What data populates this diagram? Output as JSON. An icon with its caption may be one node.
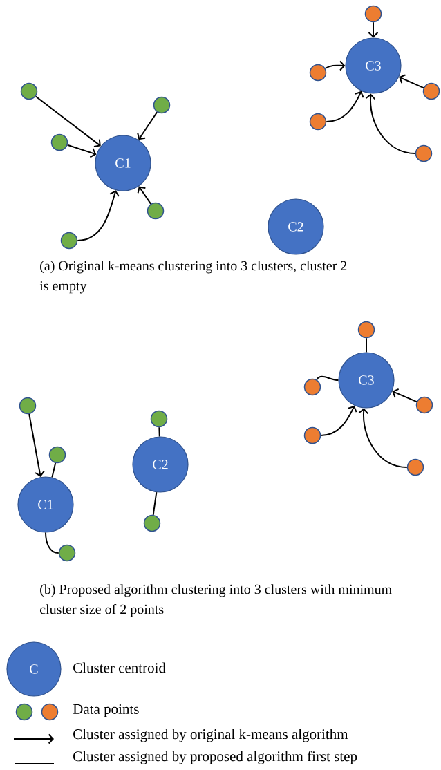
{
  "diagram": {
    "nodes": [
      {
        "text": [
          "C1"
        ]
      },
      {
        "text": [
          "C2"
        ]
      },
      {
        "text": [
          "C3"
        ]
      },
      {
        "text": [],
        "shape": "circle"
      },
      {
        "text": [],
        "shape": "circle"
      },
      {
        "text": [],
        "shape": "circle"
      },
      {
        "text": [],
        "shape": "circle"
      },
      {
        "text": [],
        "shape": "circle"
      },
      {
        "text": [],
        "shape": "circle"
      },
      {
        "text": [],
        "shape": "circle"
      },
      {
        "text": [],
        "shape": "circle"
      },
      {
        "text": [],
        "shape": "circle"
      },
      {
        "text": [],
        "shape": "circle"
      },
      {
        "text": [
          "C1"
        ]
      },
      {
        "text": [
          "C2"
        ]
      },
      {
        "text": [
          "C3"
        ]
      },
      {
        "text": [],
        "shape": "circle"
      },
      {
        "text": [],
        "shape": "circle"
      },
      {
        "text": [],
        "shape": "circle"
      },
      {
        "text": [],
        "shape": "circle"
      },
      {
        "text": [],
        "shape": "circle"
      },
      {
        "text": [],
        "shape": "circle"
      },
      {
        "text": [],
        "shape": "circle"
      },
      {
        "text": [],
        "shape": "circle"
      },
      {
        "text": [],
        "shape": "circle"
      },
      {
        "text": [],
        "shape": "circle"
      }
    ],
    "edges": [
      {
        "from": 3,
        "to": 0,
        "arrow": "to"
      },
      {
        "from": 4,
        "to": 0,
        "arrow": "to"
      },
      {
        "from": 5,
        "to": 0,
        "arrow": "to"
      },
      {
        "from": 6,
        "to": 0,
        "arrow": "to"
      },
      {
        "from": 7,
        "to": 0,
        "arrow": "to"
      },
      {
        "from": 8,
        "to": 2,
        "arrow": "to"
      },
      {
        "from": 9,
        "to": 2,
        "arrow": "to"
      },
      {
        "from": 10,
        "to": 2,
        "arrow": "to"
      },
      {
        "from": 11,
        "to": 2,
        "arrow": "to"
      },
      {
        "from": 12,
        "to": 2,
        "arrow": "to"
      },
      {
        "from": 16,
        "to": 13,
        "arrow": "to"
      },
      {
        "from": 17,
        "to": 13,
        "arrow": "none"
      },
      {
        "from": 18,
        "to": 13,
        "arrow": "none"
      },
      {
        "from": 19,
        "to": 14,
        "arrow": "none"
      },
      {
        "from": 20,
        "to": 14,
        "arrow": "none"
      },
      {
        "from": 21,
        "to": 15,
        "arrow": "none"
      },
      {
        "from": 22,
        "to": 15,
        "arrow": "none"
      },
      {
        "from": 23,
        "to": 15,
        "arrow": "to"
      },
      {
        "from": 24,
        "to": 15,
        "arrow": "to"
      },
      {
        "from": 25,
        "to": 15,
        "arrow": "to"
      }
    ],
    "labels": [
      "(a) Original k-means clustering into 3 clusters, cluster 2 is empty",
      "(b) Proposed algorithm clustering into 3 clusters with minimum cluster size of 2 points",
      "C"
    ],
    "legend": [
      {
        "text": "Cluster centroid"
      },
      {
        "text": "Data points"
      },
      {
        "text": "Cluster assigned by original k-means algorithm"
      },
      {
        "text": "Cluster assigned by proposed algorithm first step"
      }
    ]
  }
}
